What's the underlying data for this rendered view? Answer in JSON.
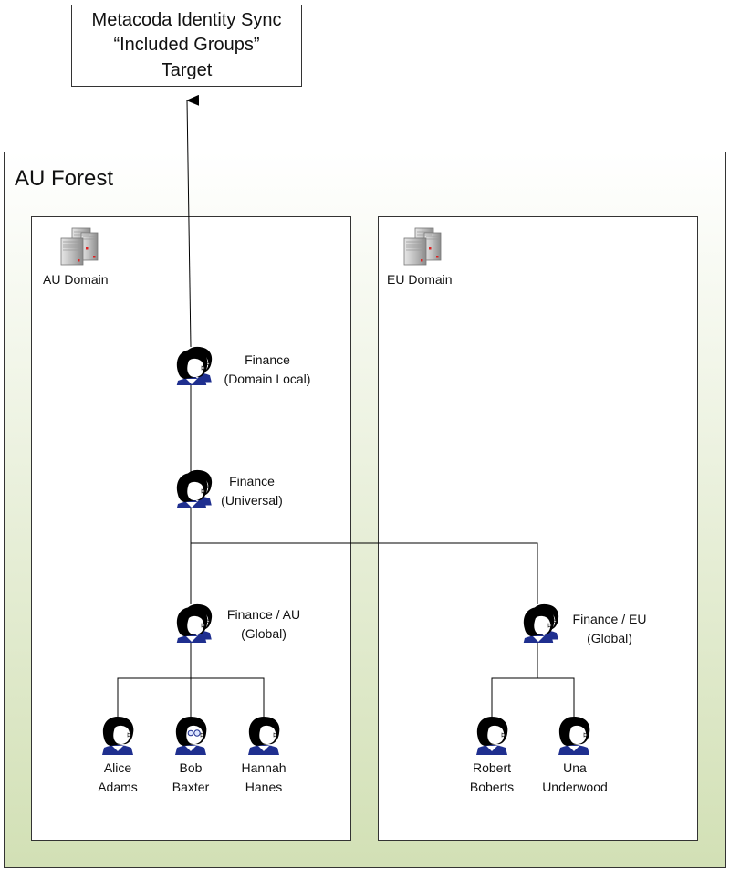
{
  "target": {
    "lines": [
      "Metacoda Identity Sync",
      "“Included Groups”",
      "Target"
    ]
  },
  "forest": {
    "title": "AU Forest"
  },
  "domains": [
    {
      "id": "au",
      "label": "AU Domain"
    },
    {
      "id": "eu",
      "label": "EU Domain"
    }
  ],
  "groups": [
    {
      "id": "finance-dl",
      "lines": [
        "Finance",
        "(Domain Local)"
      ]
    },
    {
      "id": "finance-universal",
      "lines": [
        "Finance",
        "(Universal)"
      ]
    },
    {
      "id": "finance-au",
      "lines": [
        "Finance / AU",
        "(Global)"
      ]
    },
    {
      "id": "finance-eu",
      "lines": [
        "Finance / EU",
        "(Global)"
      ]
    }
  ],
  "users": [
    {
      "id": "alice",
      "lines": [
        "Alice",
        "Adams"
      ],
      "glasses": false
    },
    {
      "id": "bob",
      "lines": [
        "Bob",
        "Baxter"
      ],
      "glasses": true
    },
    {
      "id": "hannah",
      "lines": [
        "Hannah",
        "Hanes"
      ],
      "glasses": false
    },
    {
      "id": "robert",
      "lines": [
        "Robert",
        "Boberts"
      ],
      "glasses": false
    },
    {
      "id": "una",
      "lines": [
        "Una",
        "Underwood"
      ],
      "glasses": false
    }
  ],
  "colors": {
    "forest_top": "#ffffff",
    "forest_bottom": "#d2e0b5",
    "border": "#333333",
    "line": "#000000",
    "user_shirt": "#1f2f8f",
    "user_skin": "#ffffff",
    "user_hair": "#000000"
  },
  "icons": {
    "server": "server-stack-icon",
    "group": "user-group-icon",
    "user": "user-icon"
  }
}
